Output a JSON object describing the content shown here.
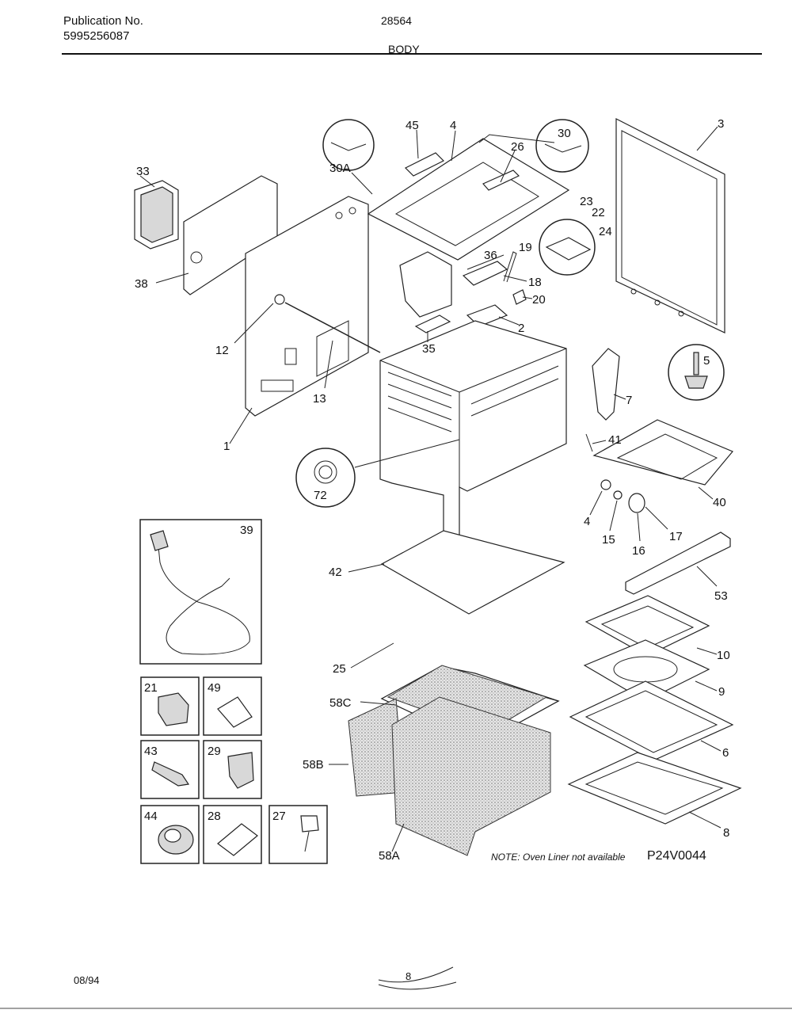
{
  "header": {
    "publication_label": "Publication No.",
    "publication_number": "5995256087",
    "model": "28564",
    "section": "BODY"
  },
  "footer": {
    "date": "08/94",
    "page": "8",
    "note": "NOTE: Oven Liner not available",
    "diagram_code": "P24V0044"
  },
  "callouts": [
    "3",
    "45",
    "4",
    "26",
    "30",
    "30A",
    "33",
    "38",
    "23",
    "22",
    "24",
    "36",
    "19",
    "18",
    "20",
    "2",
    "35",
    "12",
    "13",
    "1",
    "5",
    "7",
    "41",
    "40",
    "72",
    "39",
    "4",
    "15",
    "16",
    "17",
    "42",
    "53",
    "10",
    "25",
    "9",
    "58C",
    "6",
    "58B",
    "8",
    "58A",
    "21",
    "49",
    "43",
    "29",
    "44",
    "28",
    "27"
  ]
}
